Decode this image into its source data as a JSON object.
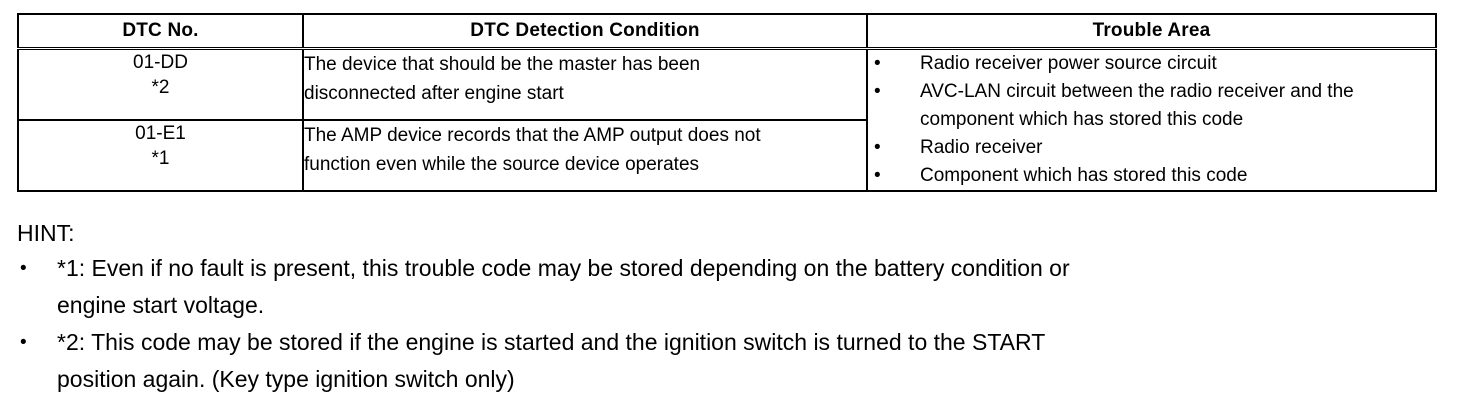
{
  "table": {
    "headers": [
      "DTC No.",
      "DTC Detection Condition",
      "Trouble Area"
    ],
    "rows": [
      {
        "code": "01-DD\n*2",
        "condition_line1": "The device that should be the master has been",
        "condition_line2": "disconnected after engine start"
      },
      {
        "code": "01-E1\n*1",
        "condition_line1": "The AMP device records that the AMP output does not",
        "condition_line2": "function even while the source device operates"
      }
    ],
    "trouble_area": {
      "bullet_glyph": "•",
      "items": [
        {
          "line1": "Radio receiver power source circuit",
          "line2": ""
        },
        {
          "line1": "AVC-LAN circuit between the radio receiver and the",
          "line2": "component which has stored this code"
        },
        {
          "line1": "Radio receiver",
          "line2": ""
        },
        {
          "line1": "Component which has stored this code",
          "line2": ""
        }
      ]
    }
  },
  "hint": {
    "title": "HINT:",
    "bullet_glyph": "•",
    "items": [
      {
        "line1": "*1: Even if no fault is present, this trouble code may be stored depending on the battery condition or",
        "line2": "engine start voltage."
      },
      {
        "line1": "*2: This code may be stored if the engine is started and the ignition switch is turned to the START",
        "line2": "position again. (Key type ignition switch only)"
      }
    ]
  },
  "colors": {
    "text": "#000000",
    "background": "#ffffff",
    "border": "#000000"
  }
}
